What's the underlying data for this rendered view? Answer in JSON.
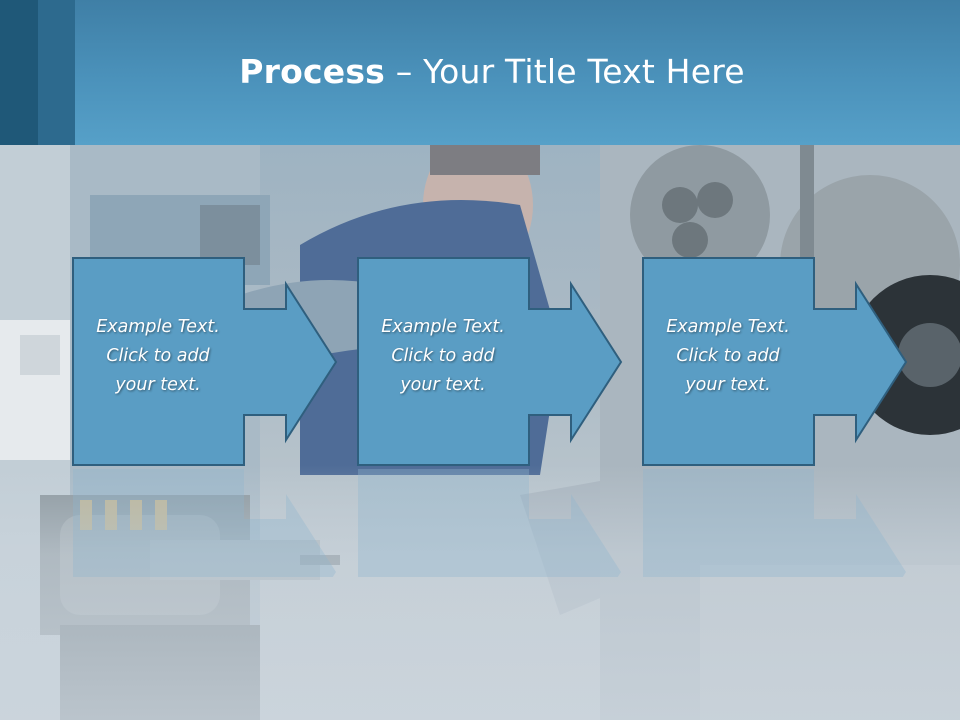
{
  "slide": {
    "title_bold": "Process",
    "title_rest": " – Your Title Text Here"
  },
  "steps": [
    {
      "line1": "Example Text.",
      "line2": "Click  to add",
      "line3": "your text."
    },
    {
      "line1": "Example Text.",
      "line2": "Click  to add",
      "line3": "your text."
    },
    {
      "line1": "Example Text.",
      "line2": "Click  to add",
      "line3": "your text."
    }
  ],
  "colors": {
    "header": "#4b92bb",
    "box_fill": "#5a9dc4",
    "box_stroke": "#2f5f7e",
    "text": "#ffffff"
  }
}
